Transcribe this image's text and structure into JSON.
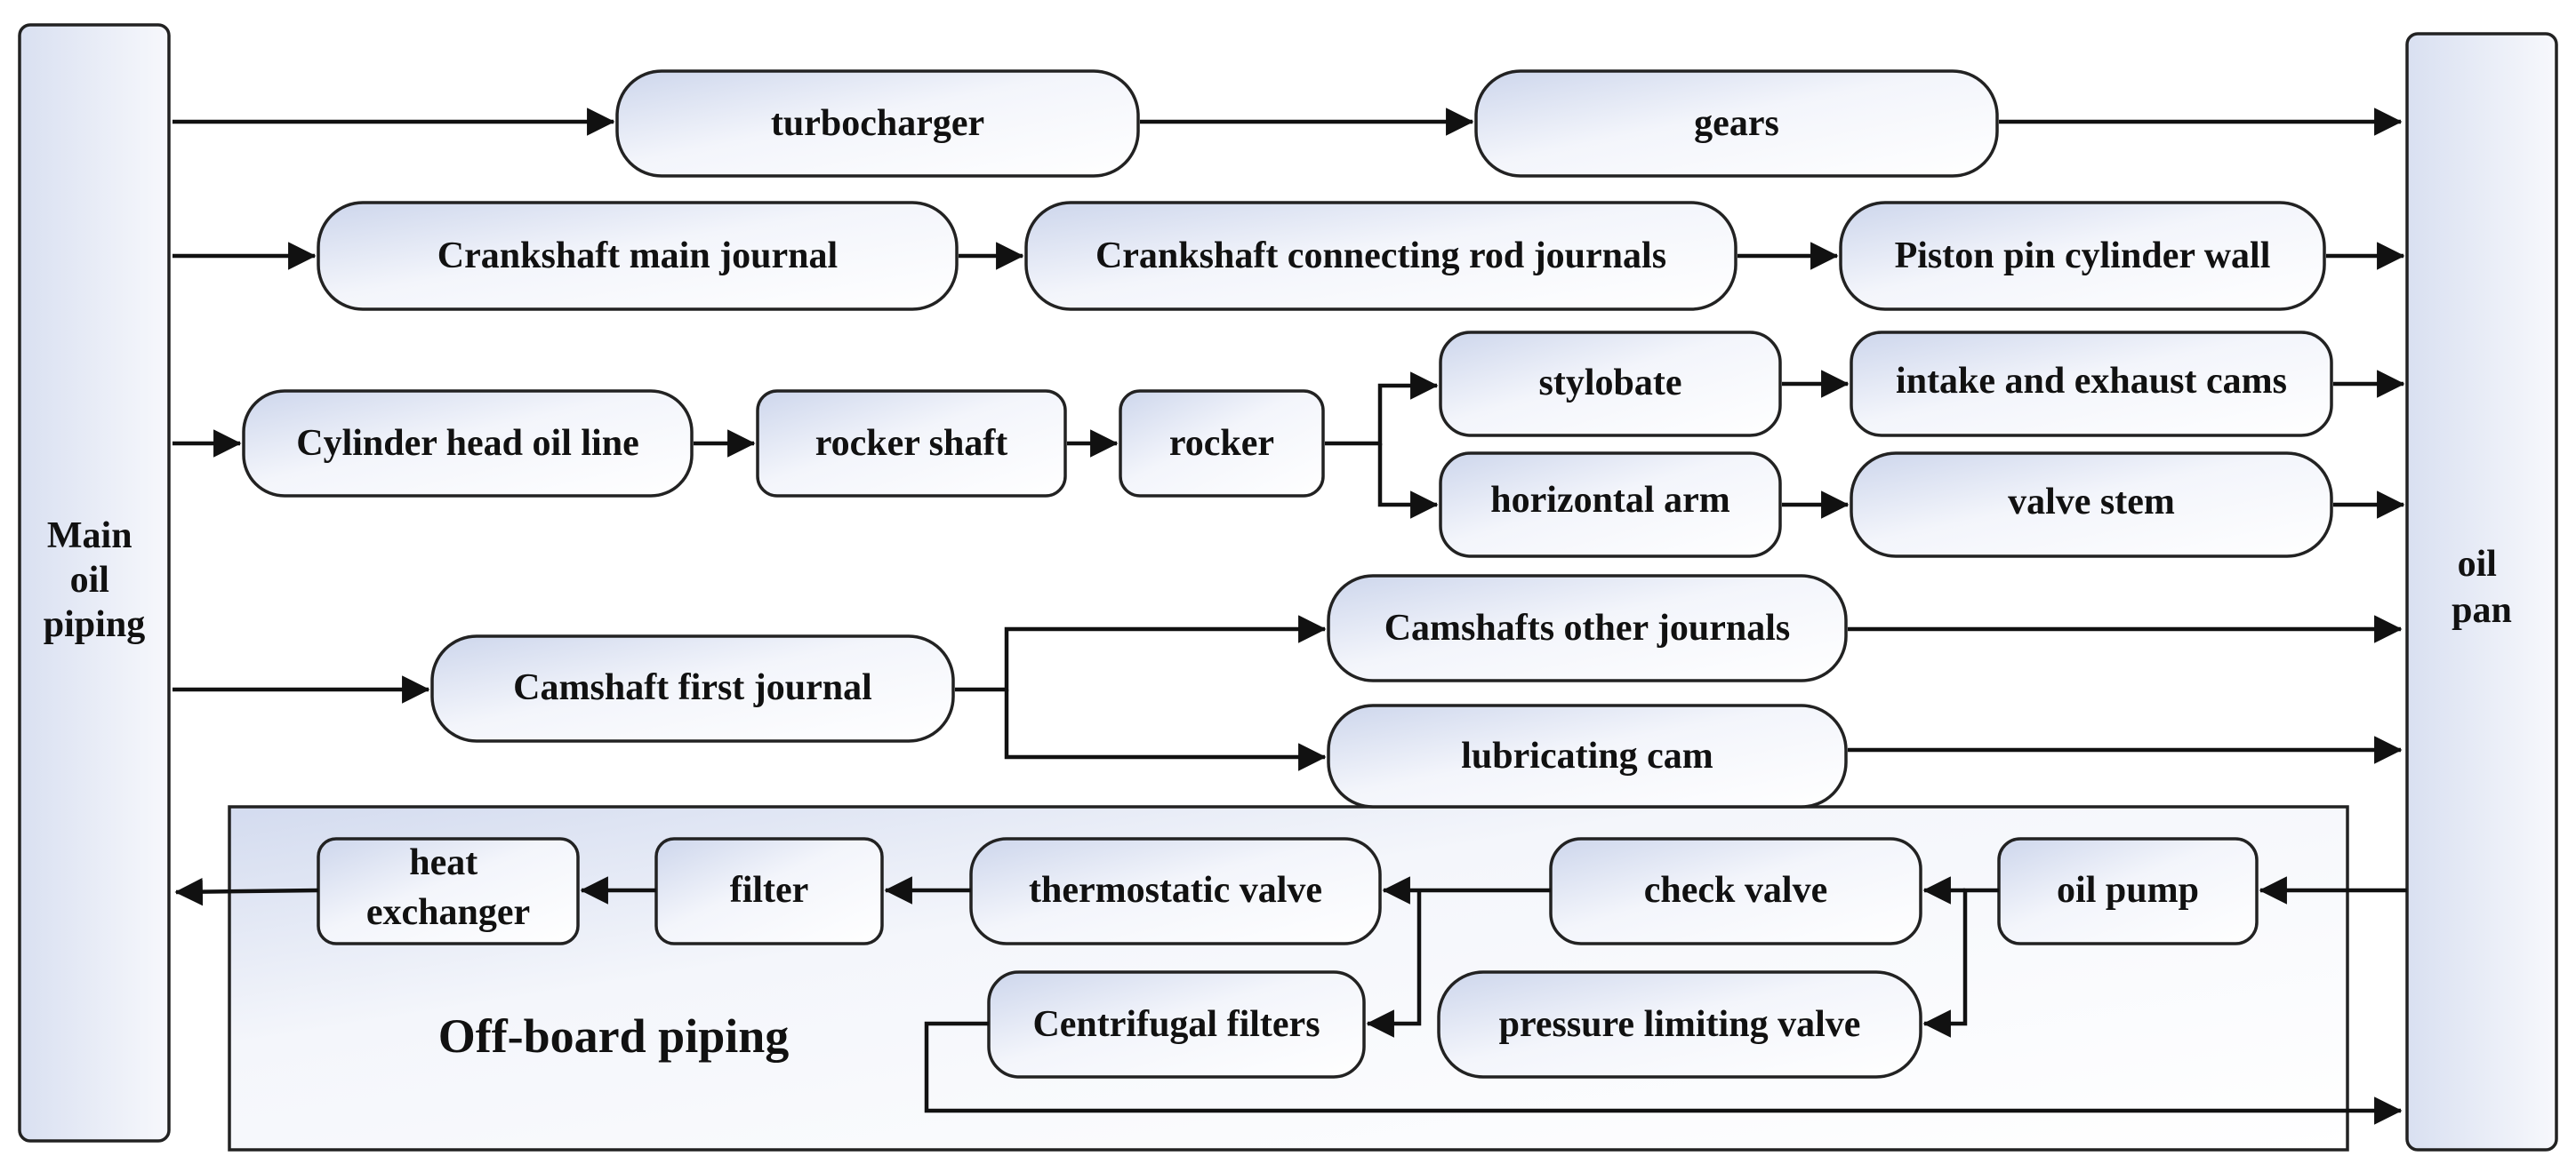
{
  "nodes": {
    "main_oil_piping": [
      "Main",
      "oil",
      "piping"
    ],
    "oil_pan": [
      "oil",
      "pan"
    ],
    "turbocharger": "turbocharger",
    "gears": "gears",
    "crankshaft_main_journal": "Crankshaft main journal",
    "crankshaft_connecting_rod_journals": "Crankshaft connecting rod journals",
    "piston_pin_cylinder_wall": "Piston pin cylinder wall",
    "cylinder_head_oil_line": "Cylinder head oil line",
    "rocker_shaft": "rocker shaft",
    "rocker": "rocker",
    "stylobate": "stylobate",
    "intake_and_exhaust_cams": "intake and exhaust cams",
    "horizontal_arm": "horizontal arm",
    "valve_stem": "valve stem",
    "camshaft_first_journal": "Camshaft first journal",
    "camshafts_other_journals": "Camshafts other journals",
    "lubricating_cam": "lubricating cam",
    "heat_exchanger": [
      "heat",
      "exchanger"
    ],
    "filter": "filter",
    "thermostatic_valve": "thermostatic valve",
    "check_valve": "check valve",
    "oil_pump": "oil pump",
    "centrifugal_filters": "Centrifugal filters",
    "pressure_limiting_valve": "pressure limiting valve"
  },
  "offboard_label": "Off-board piping",
  "colors": {
    "box_fill_light": "#ffffff",
    "box_fill_tint": "#d7dff0",
    "stroke": "#222222"
  }
}
